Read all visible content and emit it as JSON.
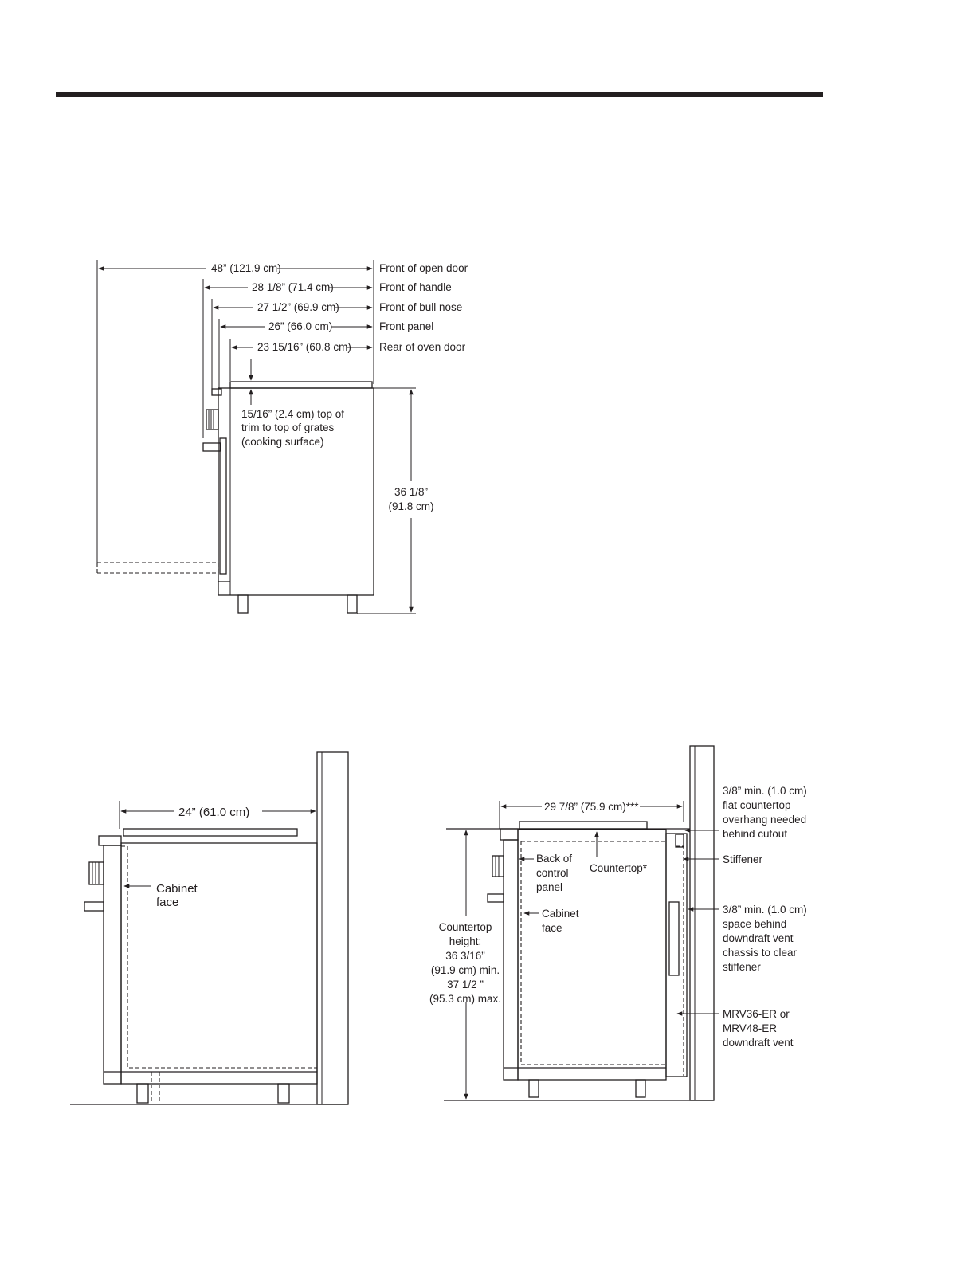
{
  "top_diagram": {
    "dimensions": [
      {
        "value": "48” (121.9 cm)",
        "label": "Front of open door"
      },
      {
        "value": "28 1/8” (71.4 cm)",
        "label": "Front of handle"
      },
      {
        "value": "27 1/2” (69.9 cm)",
        "label": "Front of bull nose"
      },
      {
        "value": "26” (66.0 cm)",
        "label": "Front panel"
      },
      {
        "value": "23 15/16” (60.8 cm)",
        "label": "Rear of oven door"
      }
    ],
    "grate_note": [
      "15/16” (2.4 cm) top of",
      "trim to top of grates",
      "(cooking surface)"
    ],
    "height": [
      "36 1/8”",
      "(91.8 cm)"
    ]
  },
  "left_diagram": {
    "depth": "24” (61.0 cm)",
    "cabinet_face": [
      "Cabinet",
      "face"
    ]
  },
  "right_diagram": {
    "depth": "29 7/8” (75.9 cm)***",
    "back_of_control_panel": [
      "Back of",
      "control",
      "panel"
    ],
    "countertop": "Countertop*",
    "cabinet_face": [
      "Cabinet",
      "face"
    ],
    "countertop_height": [
      "Countertop",
      "height:",
      "36 3/16”",
      "(91.9 cm) min.",
      "37 1/2 ”",
      "(95.3 cm) max."
    ],
    "overhang_note": [
      "3/8” min. (1.0 cm)",
      "flat countertop",
      "overhang needed",
      "behind cutout"
    ],
    "stiffener": "Stiffener",
    "space_note": [
      "3/8” min. (1.0 cm)",
      "space behind",
      "downdraft vent",
      "chassis to clear",
      "stiffener"
    ],
    "vent_note": [
      "MRV36-ER or",
      "MRV48-ER",
      "downdraft vent"
    ]
  }
}
